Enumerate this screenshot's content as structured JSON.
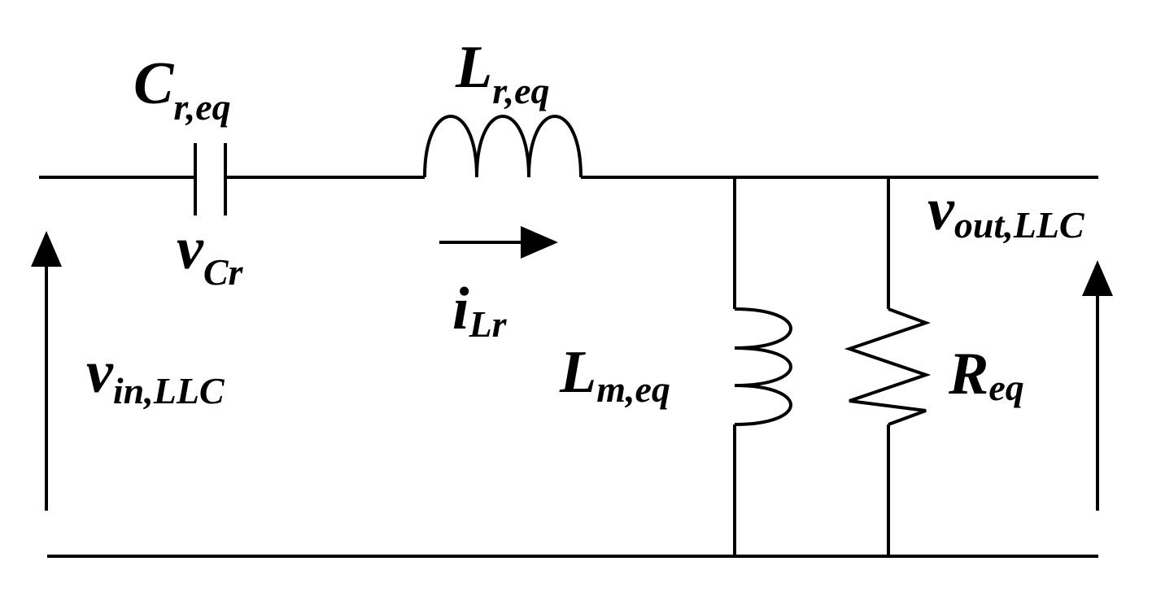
{
  "colors": {
    "stroke": "#000000",
    "background": "#ffffff"
  },
  "labels": {
    "cr": {
      "main": "C",
      "sub": "r,eq"
    },
    "lr": {
      "main": "L",
      "sub": "r,eq"
    },
    "vcr": {
      "main": "v",
      "sub": "Cr"
    },
    "ilr": {
      "main": "i",
      "sub": "Lr"
    },
    "vin": {
      "main": "v",
      "sub": "in,LLC"
    },
    "lm": {
      "main": "L",
      "sub": "m,eq"
    },
    "req": {
      "main": "R",
      "sub": "eq"
    },
    "vout": {
      "main": "v",
      "sub": "out,LLC"
    }
  }
}
